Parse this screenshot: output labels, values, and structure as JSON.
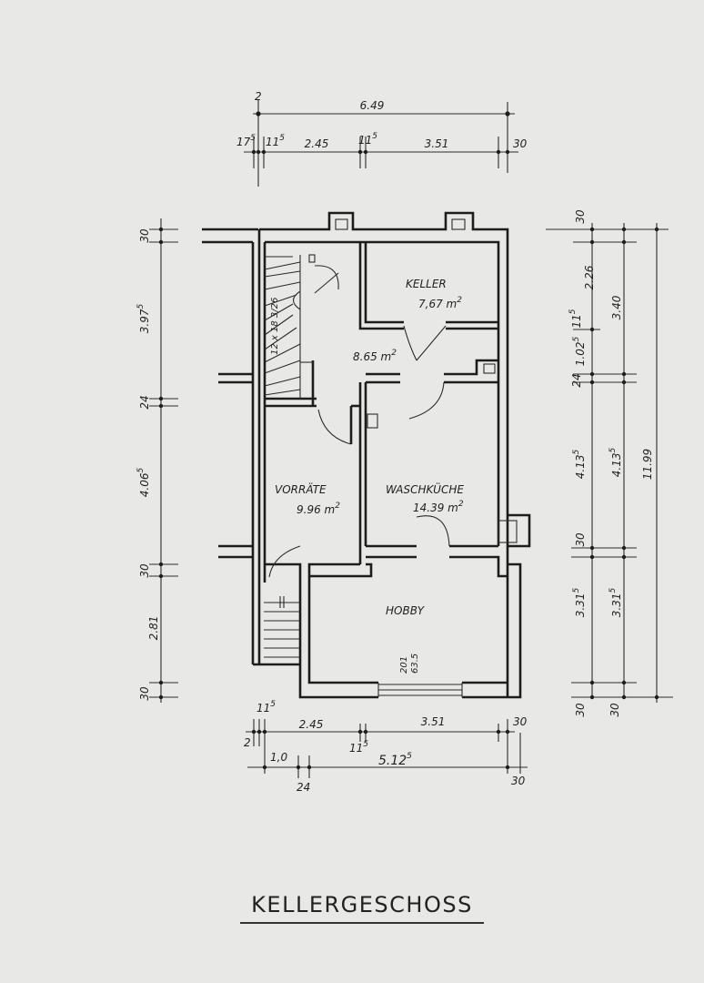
{
  "title": "KELLERGESCHOSS",
  "rooms": {
    "keller": {
      "name": "KELLER",
      "area": "7,67 m",
      "unit_exp": "2"
    },
    "flur": {
      "area": "8.65 m",
      "unit_exp": "2"
    },
    "vorraete": {
      "name": "VORRÄTE",
      "area": "9.96 m",
      "unit_exp": "2"
    },
    "waschkueche": {
      "name": "WASCHKÜCHE",
      "area": "14.39 m",
      "unit_exp": "2"
    },
    "hobby": {
      "name": "HOBBY"
    }
  },
  "stairs_label": "12 x 18 3/26",
  "window_label": {
    "top": "201",
    "bottom": "63.5"
  },
  "dims_top": {
    "overall": "6.49",
    "a_small": "2",
    "b_base": "17",
    "b_exp": "5",
    "c_base": "11",
    "c_exp": "5",
    "d": "2.45",
    "e_base": "11",
    "e_exp": "5",
    "f": "3.51",
    "g": "30"
  },
  "dims_left": {
    "a": "30",
    "b_base": "3.97",
    "b_exp": "5",
    "c": "24",
    "d_base": "4.06",
    "d_exp": "5",
    "e": "30",
    "f": "2.81",
    "g": "30"
  },
  "dims_right_inner": {
    "a": "30",
    "b": "2.26",
    "c_base": "11",
    "c_exp": "5",
    "d_base": "1.02",
    "d_exp": "5",
    "e": "24",
    "f_base": "4.13",
    "f_exp": "5",
    "g": "30",
    "h_base": "3.31",
    "h_exp": "5",
    "i": "30"
  },
  "dims_right_middle": {
    "a": "3.40",
    "b_base": "4.13",
    "b_exp": "5",
    "c_base": "3.31",
    "c_exp": "5",
    "d": "30"
  },
  "dims_right_outer": {
    "overall": "11.99"
  },
  "dims_bottom": {
    "a_base": "11",
    "a_exp": "5",
    "b": "2.45",
    "c": "3.51",
    "d": "30",
    "e": "2",
    "f_base": "11",
    "f_exp": "5",
    "g": "1,0",
    "h_base": "5.12",
    "h_exp": "5",
    "i": "24",
    "j": "30"
  }
}
